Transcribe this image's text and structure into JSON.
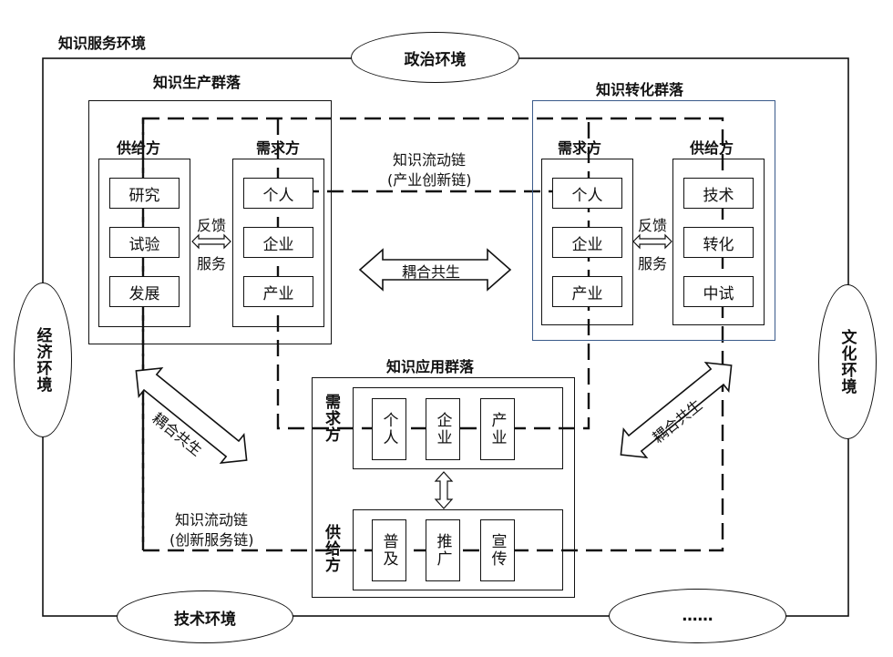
{
  "environment": {
    "title": "知识服务环境",
    "political": "政治环境",
    "economic": "经济环境",
    "cultural": "文化环境",
    "technical": "技术环境",
    "more": "……"
  },
  "production": {
    "title": "知识生产群落",
    "supply_title": "供给方",
    "demand_title": "需求方",
    "supply_items": [
      "研究",
      "试验",
      "发展"
    ],
    "demand_items": [
      "个人",
      "企业",
      "产业"
    ],
    "feedback": [
      "反馈",
      "服务"
    ]
  },
  "transformation": {
    "title": "知识转化群落",
    "demand_title": "需求方",
    "supply_title": "供给方",
    "demand_items": [
      "个人",
      "企业",
      "产业"
    ],
    "supply_items": [
      "技术",
      "转化",
      "中试"
    ],
    "feedback": [
      "反馈",
      "服务"
    ]
  },
  "application": {
    "title": "知识应用群落",
    "demand_title": "需求方",
    "supply_title": "供给方",
    "demand_items": [
      "个人",
      "企业",
      "产业"
    ],
    "supply_items": [
      "普及",
      "推广",
      "宣传"
    ]
  },
  "flows": {
    "chain_top": [
      "知识流动链",
      "(产业创新链)"
    ],
    "chain_bottom": [
      "知识流动链",
      "(创新服务链)"
    ],
    "coupling": "耦合共生"
  }
}
